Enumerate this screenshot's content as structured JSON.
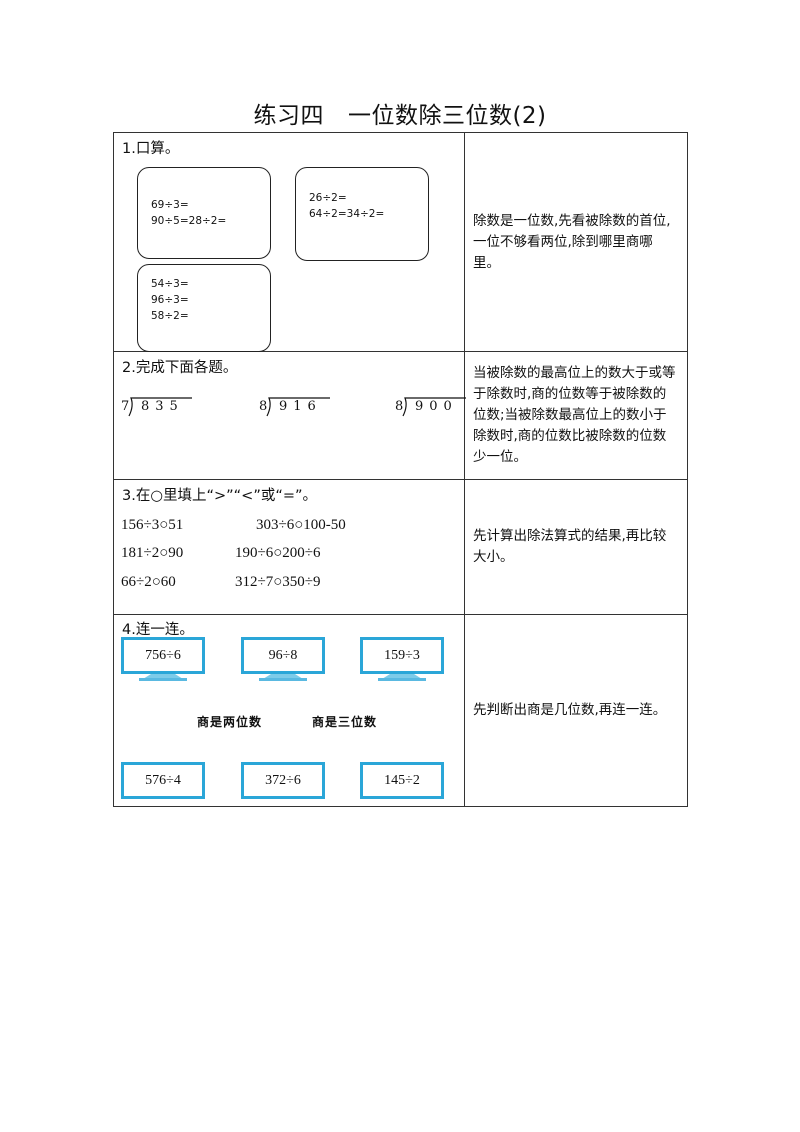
{
  "title": {
    "main": "练习四",
    "sub": "一位数除三位数(2)"
  },
  "section1": {
    "heading": "1.口算。",
    "box_a": [
      "69÷3=",
      "90÷5=28÷2="
    ],
    "box_b": [
      "26÷2=",
      "64÷2=34÷2="
    ],
    "box_c": [
      "54÷3=",
      "96÷3=",
      "58÷2="
    ],
    "tip": "除数是一位数,先看被除数的首位,一位不够看两位,除到哪里商哪里。"
  },
  "section2": {
    "heading": "2.完成下面各题。",
    "problems": [
      {
        "divisor": "7",
        "dividend": "835"
      },
      {
        "divisor": "8",
        "dividend": "916"
      },
      {
        "divisor": "8",
        "dividend": "900"
      }
    ],
    "tip": "当被除数的最高位上的数大于或等于除数时,商的位数等于被除数的位数;当被除数最高位上的数小于除数时,商的位数比被除数的位数少一位。"
  },
  "section3": {
    "heading": "3.在○里填上“>”“<”或“=”。",
    "items": [
      "156÷3○51",
      "303÷6○100-50",
      "181÷2○90",
      "190÷6○200÷6",
      "66÷2○60",
      "312÷7○350÷9"
    ],
    "tip": "先计算出除法算式的结果,再比较大小。"
  },
  "section4": {
    "heading": "4.连一连。",
    "top_expressions": [
      "756÷6",
      "96÷8",
      "159÷3"
    ],
    "categories": [
      "商是两位数",
      "商是三位数"
    ],
    "bottom_expressions": [
      "576÷4",
      "372÷6",
      "145÷2"
    ],
    "tip": "先判断出商是几位数,再连一连。"
  }
}
